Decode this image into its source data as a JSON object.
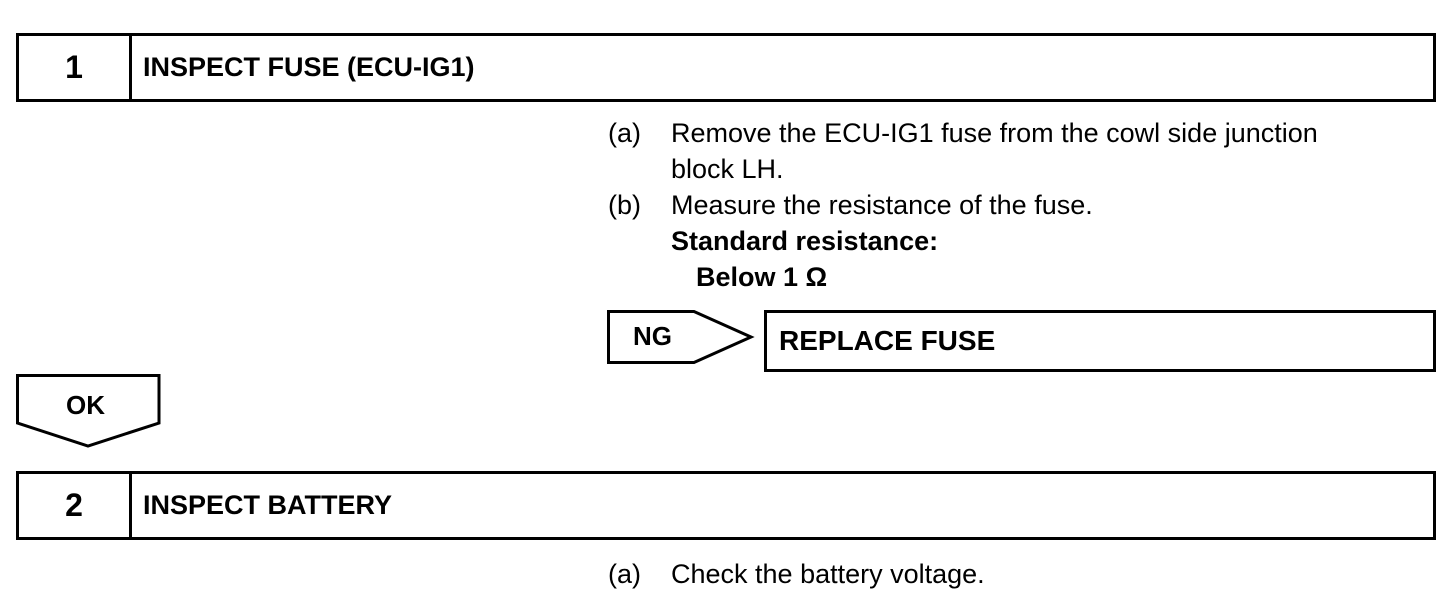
{
  "step1": {
    "number": "1",
    "title": "INSPECT FUSE (ECU-IG1)",
    "instructions": [
      {
        "label": "(a)",
        "text_line1": "Remove the ECU-IG1 fuse from the cowl side junction",
        "text_line2": "block LH."
      },
      {
        "label": "(b)",
        "text": "Measure the resistance of the fuse."
      }
    ],
    "standard_label": "Standard resistance:",
    "standard_value": "Below 1 Ω"
  },
  "ng_branch": {
    "label": "NG",
    "action": "REPLACE FUSE"
  },
  "ok_branch": {
    "label": "OK"
  },
  "step2": {
    "number": "2",
    "title": "INSPECT BATTERY",
    "instructions": [
      {
        "label": "(a)",
        "text": "Check the battery voltage."
      }
    ]
  }
}
